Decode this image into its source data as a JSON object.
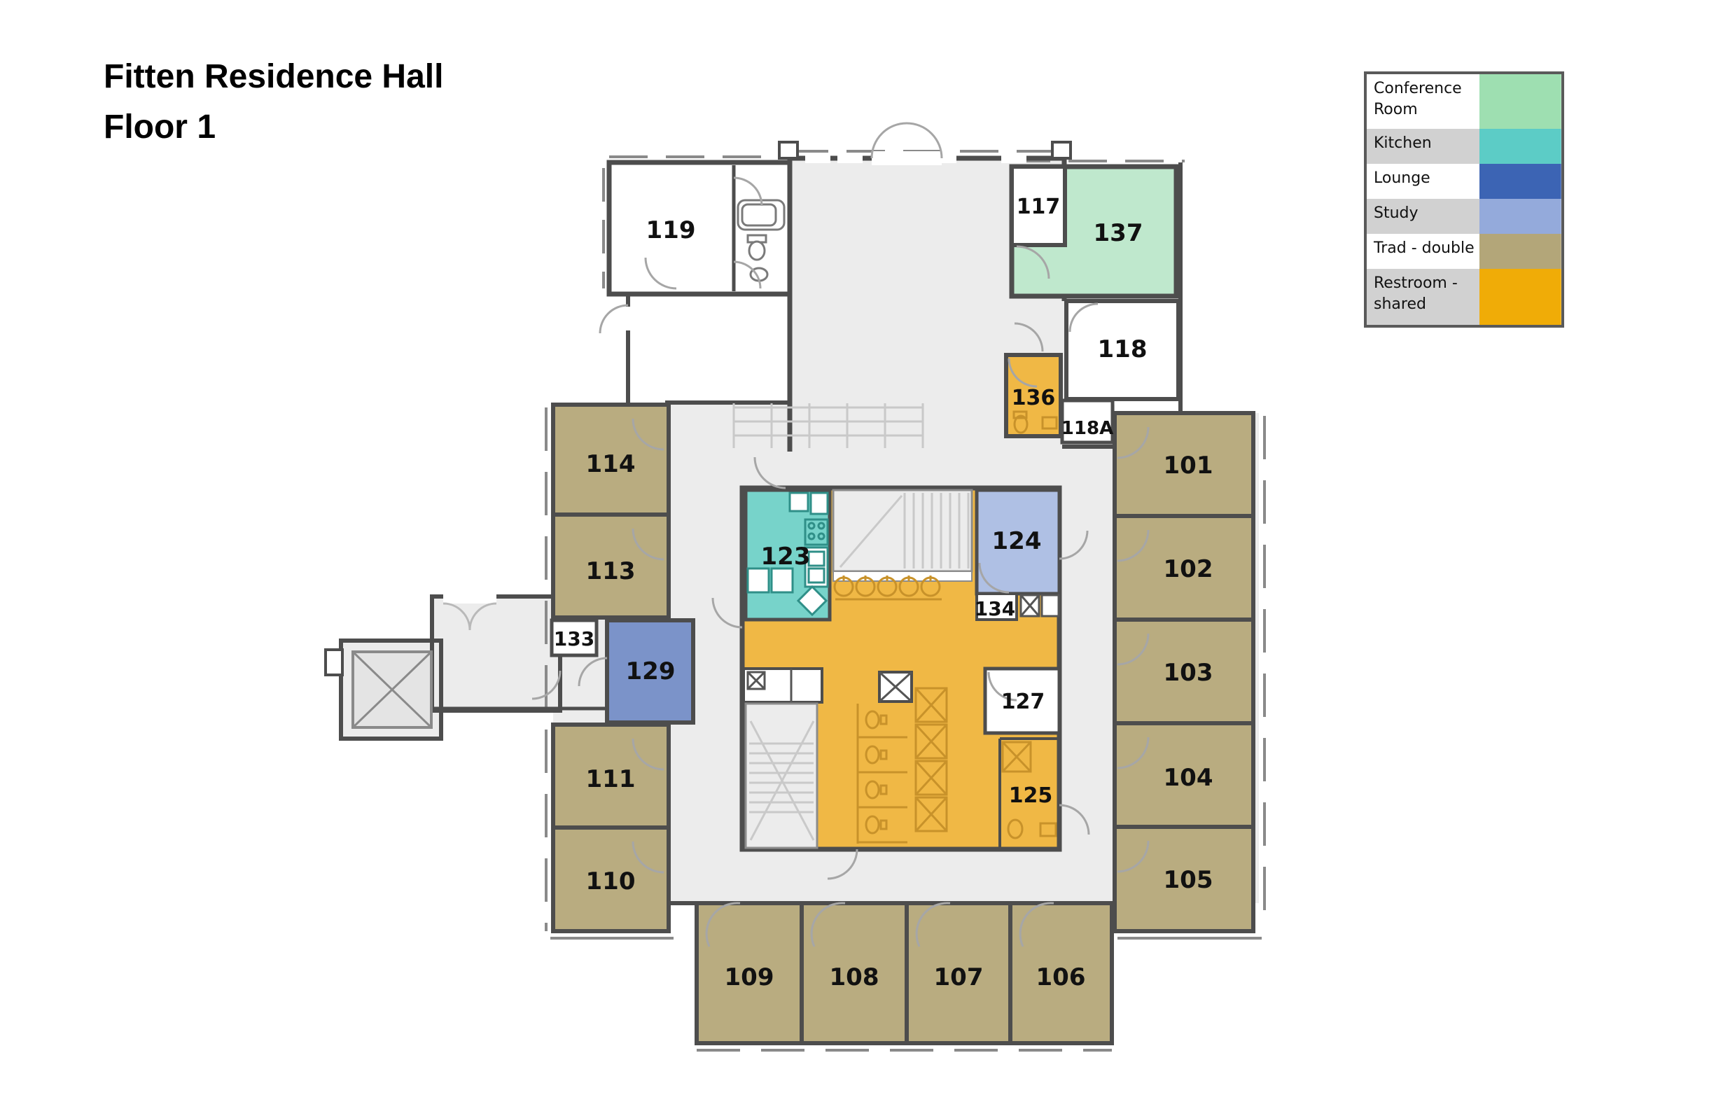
{
  "title": {
    "line1": "Fitten Residence Hall",
    "line2": "Floor 1"
  },
  "legend": {
    "items": [
      {
        "label": "Conference Room",
        "color": "#9edfb1"
      },
      {
        "label": "Kitchen",
        "color": "#5cccc6"
      },
      {
        "label": "Lounge",
        "color": "#3c64b4"
      },
      {
        "label": "Study",
        "color": "#94aadb"
      },
      {
        "label": "Trad - double",
        "color": "#b3a679"
      },
      {
        "label": "Restroom - shared",
        "color": "#f0ac07"
      }
    ]
  },
  "colors": {
    "wall": "#4d4d4d",
    "corridor": "#ececec",
    "room_white": "#ffffff",
    "conference": "#bfe8cd",
    "kitchen": "#77d3ca",
    "lounge": "#7b93c9",
    "study": "#afc0e4",
    "trad": "#b9ac80",
    "restroom": "#f0b845"
  },
  "rooms": {
    "r101": {
      "number": "101",
      "type": "Trad - double"
    },
    "r102": {
      "number": "102",
      "type": "Trad - double"
    },
    "r103": {
      "number": "103",
      "type": "Trad - double"
    },
    "r104": {
      "number": "104",
      "type": "Trad - double"
    },
    "r105": {
      "number": "105",
      "type": "Trad - double"
    },
    "r106": {
      "number": "106",
      "type": "Trad - double"
    },
    "r107": {
      "number": "107",
      "type": "Trad - double"
    },
    "r108": {
      "number": "108",
      "type": "Trad - double"
    },
    "r109": {
      "number": "109",
      "type": "Trad - double"
    },
    "r110": {
      "number": "110",
      "type": "Trad - double"
    },
    "r111": {
      "number": "111",
      "type": "Trad - double"
    },
    "r113": {
      "number": "113",
      "type": "Trad - double"
    },
    "r114": {
      "number": "114",
      "type": "Trad - double"
    },
    "r117": {
      "number": "117",
      "type": ""
    },
    "r118": {
      "number": "118",
      "type": ""
    },
    "r118a": {
      "number": "118A",
      "type": ""
    },
    "r119": {
      "number": "119",
      "type": ""
    },
    "r123": {
      "number": "123",
      "type": "Kitchen"
    },
    "r124": {
      "number": "124",
      "type": "Study"
    },
    "r125": {
      "number": "125",
      "type": "Restroom - shared"
    },
    "r127": {
      "number": "127",
      "type": ""
    },
    "r129": {
      "number": "129",
      "type": "Lounge"
    },
    "r133": {
      "number": "133",
      "type": ""
    },
    "r134": {
      "number": "134",
      "type": ""
    },
    "r136": {
      "number": "136",
      "type": "Restroom - shared"
    },
    "r137": {
      "number": "137",
      "type": "Conference Room"
    }
  }
}
